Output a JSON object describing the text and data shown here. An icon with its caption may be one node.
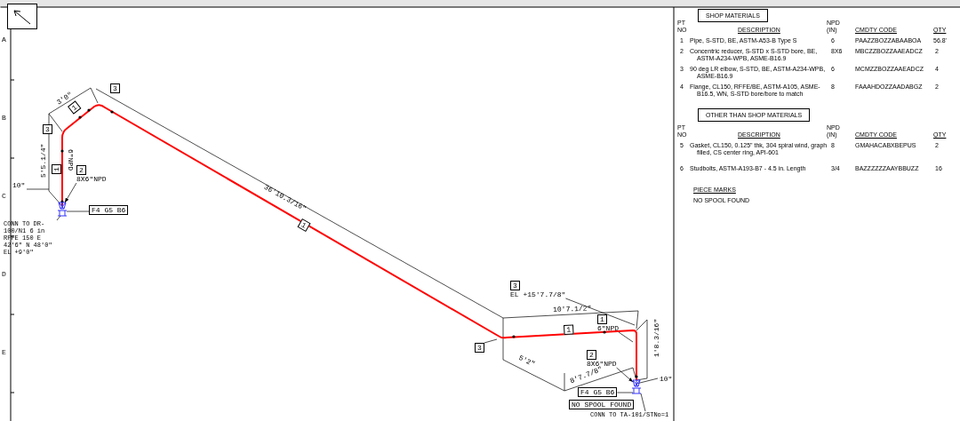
{
  "diagram": {
    "nodes": [
      {
        "text": [
          "SHOP MATERIALS"
        ]
      },
      {
        "text": [
          "OTHER THAN SHOP MATERIALS"
        ]
      },
      {
        "text": [
          "3"
        ]
      },
      {
        "text": [
          "1"
        ]
      },
      {
        "text": [
          "3"
        ]
      },
      {
        "text": [
          "1"
        ]
      },
      {
        "text": [
          "2",
          "8X6\"NPD"
        ]
      },
      {
        "text": [
          "F4 G5 B6"
        ]
      },
      {
        "text": [
          "1"
        ]
      },
      {
        "text": [
          "3"
        ]
      },
      {
        "text": [
          "3",
          "EL +15'7.7/8\""
        ]
      },
      {
        "text": [
          "1"
        ]
      },
      {
        "text": [
          "1",
          "6\"NPD"
        ]
      },
      {
        "text": [
          "2",
          "8X6\"NPD"
        ]
      },
      {
        "text": [
          "F4 G5 B6"
        ]
      },
      {
        "text": [
          "NO SPOOL FOUND"
        ]
      },
      {
        "text": [
          "CONN TO DR-100/N1 6 in RFFE 150 E 42'6\" N 48'0\" EL +9'0\""
        ]
      },
      {
        "text": [
          "CONN TO TA-101/STNo=1"
        ]
      },
      {
        "text": [],
        "shape": "picture"
      },
      {
        "text": [],
        "shape": "picture"
      },
      {
        "text": [],
        "shape": "picture"
      },
      {
        "text": [],
        "shape": "picture"
      }
    ],
    "edges": [
      {
        "from": 6,
        "to": 18,
        "arrow": "to"
      },
      {
        "from": 7,
        "to": 19,
        "arrow": "none"
      },
      {
        "from": 16,
        "to": 19,
        "arrow": "none"
      },
      {
        "from": 9,
        "to": null,
        "arrow": "none"
      },
      {
        "from": 10,
        "to": null,
        "arrow": "none"
      },
      {
        "from": 12,
        "to": null,
        "arrow": "none"
      },
      {
        "from": 13,
        "to": 20,
        "arrow": "to"
      },
      {
        "from": 14,
        "to": 21,
        "arrow": "none"
      },
      {
        "from": 17,
        "to": 21,
        "arrow": "none"
      }
    ],
    "labels": [
      "A",
      "B",
      "C",
      "D",
      "E",
      "3'0\"",
      "5'5.1/4\"",
      "6\"NPD",
      "10\"",
      "36'10.3/16\"",
      "10'7.1/2\"",
      "1'8.3/16\"",
      "5'2\"",
      "8'7.7/8\"",
      "10\"",
      "PT NO",
      "DESCRIPTION",
      "NPD (IN)",
      "CMDTY CODE",
      "QTY",
      "1",
      "Pipe, S-STD, BE, ASTM-A53-B Type S",
      "6",
      "PAAZZBOZZABAABOA",
      "56.8'",
      "2",
      "Concentric reducer, S-STD x S-STD bore, BE, ASTM-A234-WPB, ASME-B16.9",
      "8X6",
      "MBCZZBOZZAAEADCZ",
      "2",
      "3",
      "90 deg LR elbow, S-STD, BE, ASTM-A234-WPB, ASME-B16.9",
      "6",
      "MCMZZBOZZAAEADCZ",
      "4",
      "4",
      "Flange, CL150, RFFE/BE, ASTM-A105, ASME-B16.5, WN, S-STD bore/bore to match",
      "8",
      "FAAAHDOZZAADABGZ",
      "2",
      "PT NO",
      "DESCRIPTION",
      "NPD (IN)",
      "CMDTY CODE",
      "QTY",
      "5",
      "Gasket, CL150, 0.125\" thk, 304 spiral wind, graph filled, CS center ring, API-601",
      "8",
      "GMAHACABXBEPUS",
      "2",
      "6",
      "Studbolts, ASTM-A193-B7 - 4.5 in. Length",
      "3/4",
      "BAZZZZZZAAYBBUZZ",
      "16",
      "PIECE MARKS",
      "NO SPOOL FOUND"
    ]
  }
}
